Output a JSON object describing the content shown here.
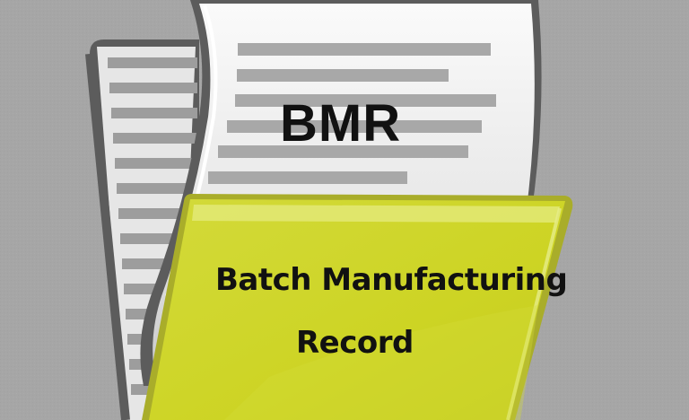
{
  "illustration": {
    "document_title": "BMR",
    "folder_label_line1": "Batch Manufacturing",
    "folder_label_line2": "Record"
  },
  "colors": {
    "background": "#a6a6a6",
    "page_outline": "#5c5c5c",
    "page_white": "#f4f4f4",
    "text_bars": "#a8a8a8",
    "folder_yellow": "#cbd325",
    "folder_edge": "#a9ad2a",
    "folder_highlight": "#e4ea7a"
  }
}
